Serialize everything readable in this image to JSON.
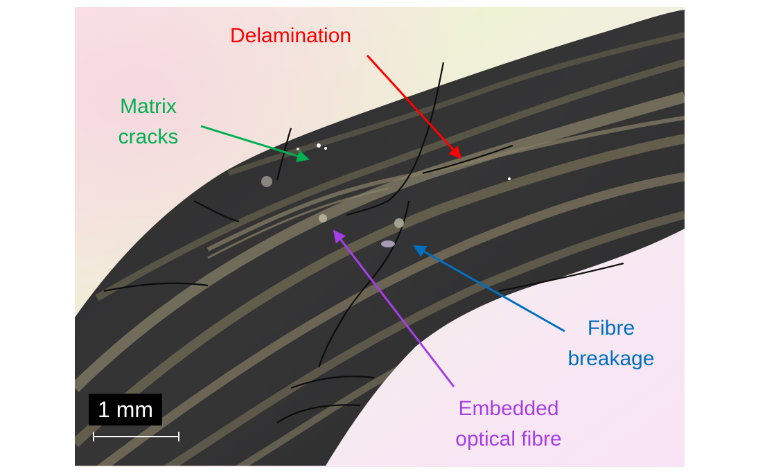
{
  "annotations": {
    "delamination": {
      "lines": [
        "Delamination"
      ],
      "color": "#ff0000"
    },
    "matrix_cracks": {
      "lines": [
        "Matrix",
        "cracks"
      ],
      "color": "#00b050"
    },
    "fibre_breakage": {
      "lines": [
        "Fibre",
        "breakage"
      ],
      "color": "#0070c0"
    },
    "embedded_optical_fibre": {
      "lines": [
        "Embedded",
        "optical fibre"
      ],
      "color": "#a63ee6"
    }
  },
  "scale_bar": {
    "label": "1 mm"
  }
}
